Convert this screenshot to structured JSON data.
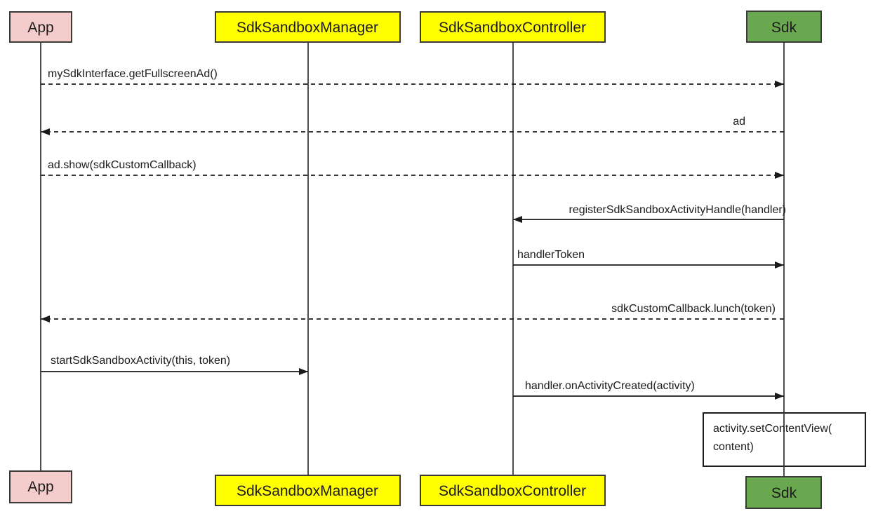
{
  "diagram": {
    "kind": "sequence-diagram",
    "actors": [
      {
        "id": "app",
        "label": "App",
        "color": "#f4cccc"
      },
      {
        "id": "sdk-sandbox-manager",
        "label": "SdkSandboxManager",
        "color": "#ffff00"
      },
      {
        "id": "sdk-sandbox-controller",
        "label": "SdkSandboxController",
        "color": "#ffff00"
      },
      {
        "id": "sdk",
        "label": "Sdk",
        "color": "#6aa84f"
      }
    ],
    "messages": [
      {
        "label": "mySdkInterface.getFullscreenAd()",
        "from": "App",
        "to": "Sdk",
        "line": "dashed"
      },
      {
        "label": "ad",
        "from": "Sdk",
        "to": "App",
        "line": "dashed"
      },
      {
        "label": "ad.show(sdkCustomCallback)",
        "from": "App",
        "to": "Sdk",
        "line": "dashed"
      },
      {
        "label": "registerSdkSandboxActivityHandle(handler)",
        "from": "Sdk",
        "to": "SdkSandboxController",
        "line": "solid"
      },
      {
        "label": "handlerToken",
        "from": "SdkSandboxController",
        "to": "Sdk",
        "line": "solid"
      },
      {
        "label": "sdkCustomCallback.lunch(token)",
        "from": "Sdk",
        "to": "App",
        "line": "dashed"
      },
      {
        "label": "startSdkSandboxActivity(this, token)",
        "from": "App",
        "to": "SdkSandboxManager",
        "line": "solid"
      },
      {
        "label": "handler.onActivityCreated(activity)",
        "from": "SdkSandboxController",
        "to": "Sdk",
        "line": "solid"
      }
    ],
    "note": {
      "line1": "activity.setContentView(",
      "line2": "content)"
    }
  }
}
